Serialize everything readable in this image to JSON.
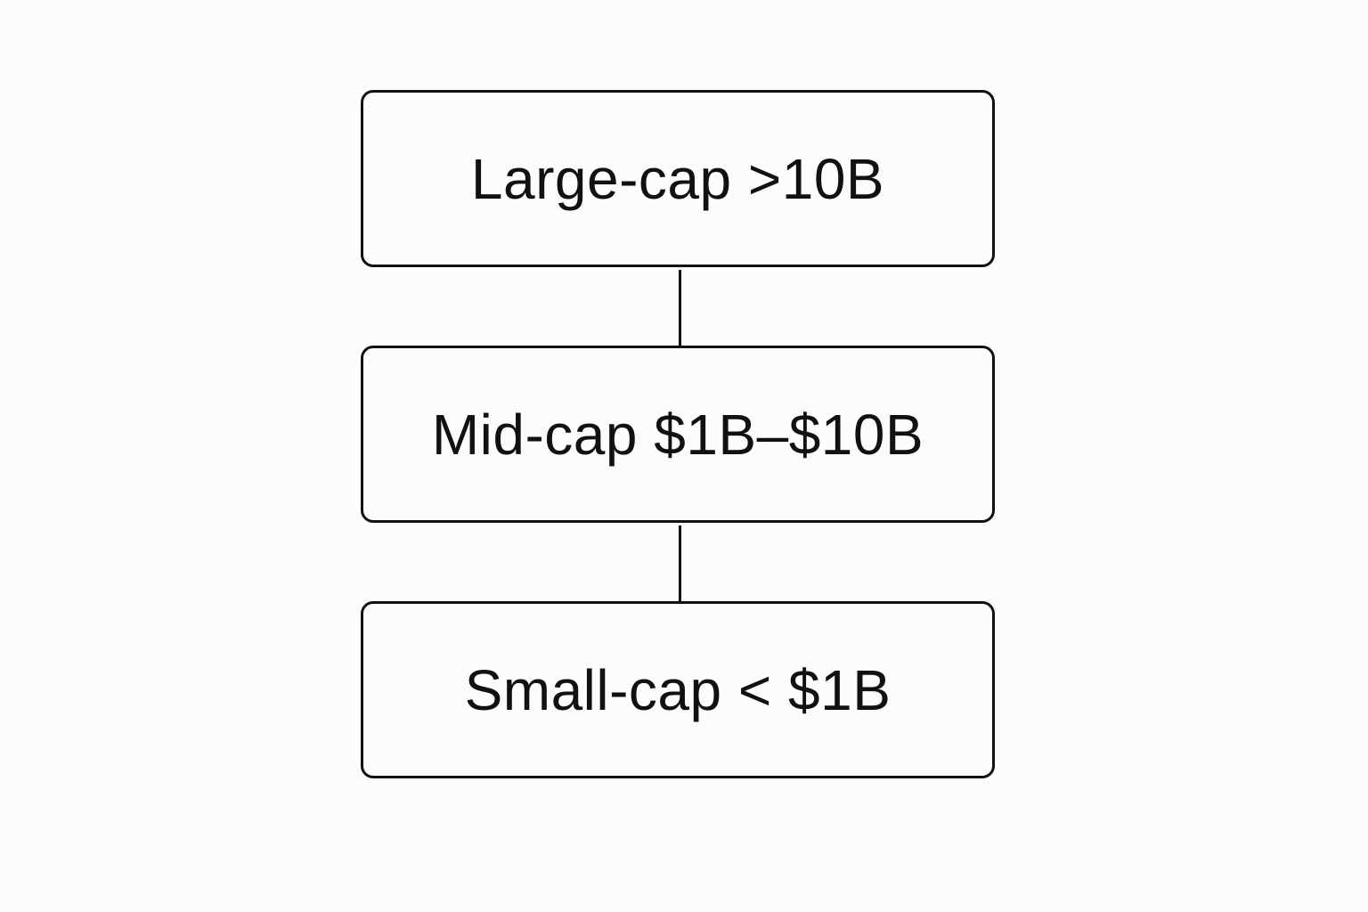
{
  "tiers": [
    {
      "label": "Large-cap >10B"
    },
    {
      "label": "Mid-cap $1B–$10B"
    },
    {
      "label": "Small-cap < $1B"
    }
  ],
  "colors": {
    "background": "#fdfcfa",
    "stroke": "#111111",
    "text": "#111111"
  }
}
